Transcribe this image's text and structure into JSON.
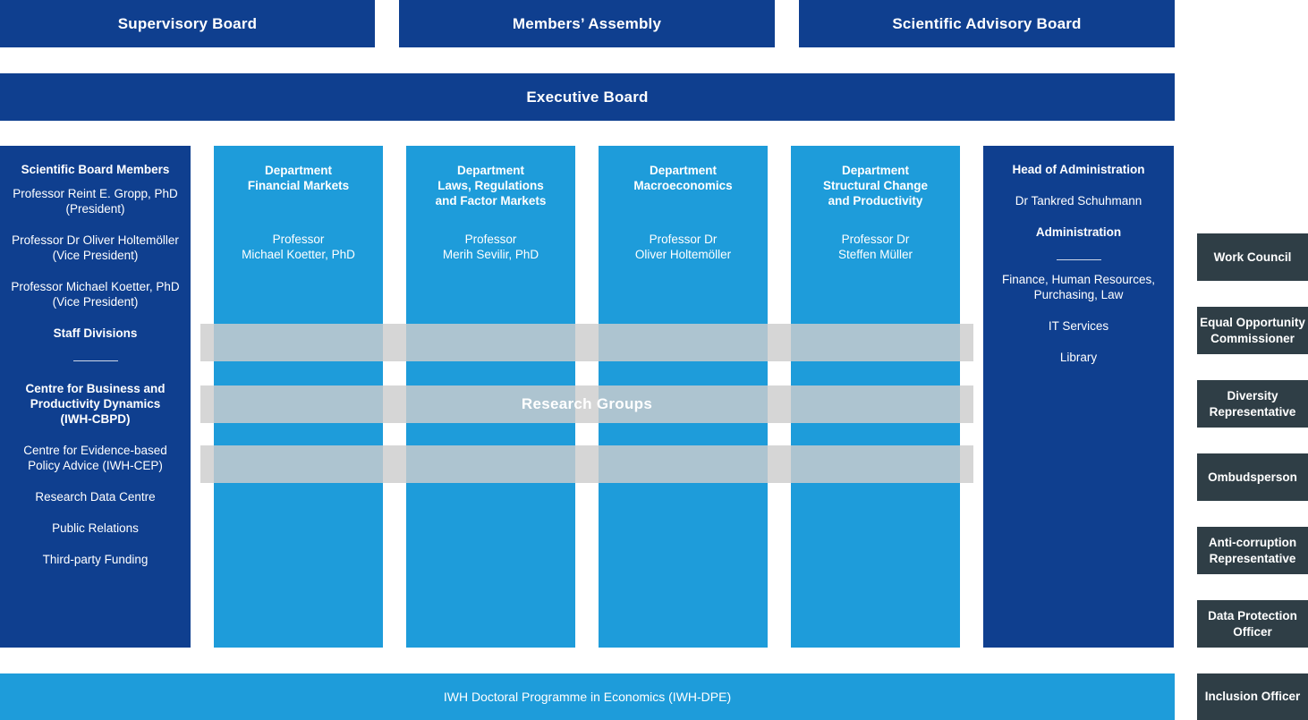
{
  "top": {
    "supervisory_board": "Supervisory Board",
    "members_assembly": "Members’ Assembly",
    "scientific_advisory_board": "Scientific Advisory Board"
  },
  "executive_board": "Executive Board",
  "left": {
    "scientific_board_heading": "Scientific Board Members",
    "members": [
      "Professor Reint E. Gropp, PhD\n(President)",
      "Professor Dr Oliver Holtemöller\n(Vice President)",
      "Professor Michael Koetter, PhD\n(Vice President)"
    ],
    "staff_divisions_heading": "Staff Divisions",
    "centre_heading": "Centre for Business and\nProductivity Dynamics\n(IWH-CBPD)",
    "items": [
      "Centre for Evidence-based\nPolicy Advice (IWH-CEP)",
      "Research Data Centre",
      "Public Relations",
      "Third-party Funding"
    ]
  },
  "departments": [
    {
      "title": "Department\nFinancial Markets",
      "head": "Professor\nMichael Koetter, PhD"
    },
    {
      "title": "Department\nLaws, Regulations\nand Factor Markets",
      "head": "Professor\nMerih Sevilir, PhD"
    },
    {
      "title": "Department\nMacroeconomics",
      "head": "Professor Dr\nOliver Holtemöller"
    },
    {
      "title": "Department\nStructural Change\nand Productivity",
      "head": "Professor Dr\nSteffen Müller"
    }
  ],
  "research_groups": "Research Groups",
  "admin": {
    "heading": "Head of Administration",
    "head_name": "Dr Tankred Schuhmann",
    "administration_heading": "Administration",
    "items": [
      "Finance, Human Resources,\nPurchasing, Law",
      "IT Services",
      "Library"
    ]
  },
  "right_boxes": [
    "Work Council",
    "Equal Opportunity\nCommissioner",
    "Diversity\nRepresentative",
    "Ombudsperson",
    "Anti-corruption\nRepresentative",
    "Data Protection\nOfficer",
    "Inclusion Officer"
  ],
  "doctoral_programme": "IWH Doctoral Programme in Economics (IWH-DPE)",
  "colors": {
    "dark_blue": "#0f3f8f",
    "light_blue": "#1e9cda",
    "dark_gray": "#2f3e46",
    "band_gray": "#cdcdcd"
  }
}
